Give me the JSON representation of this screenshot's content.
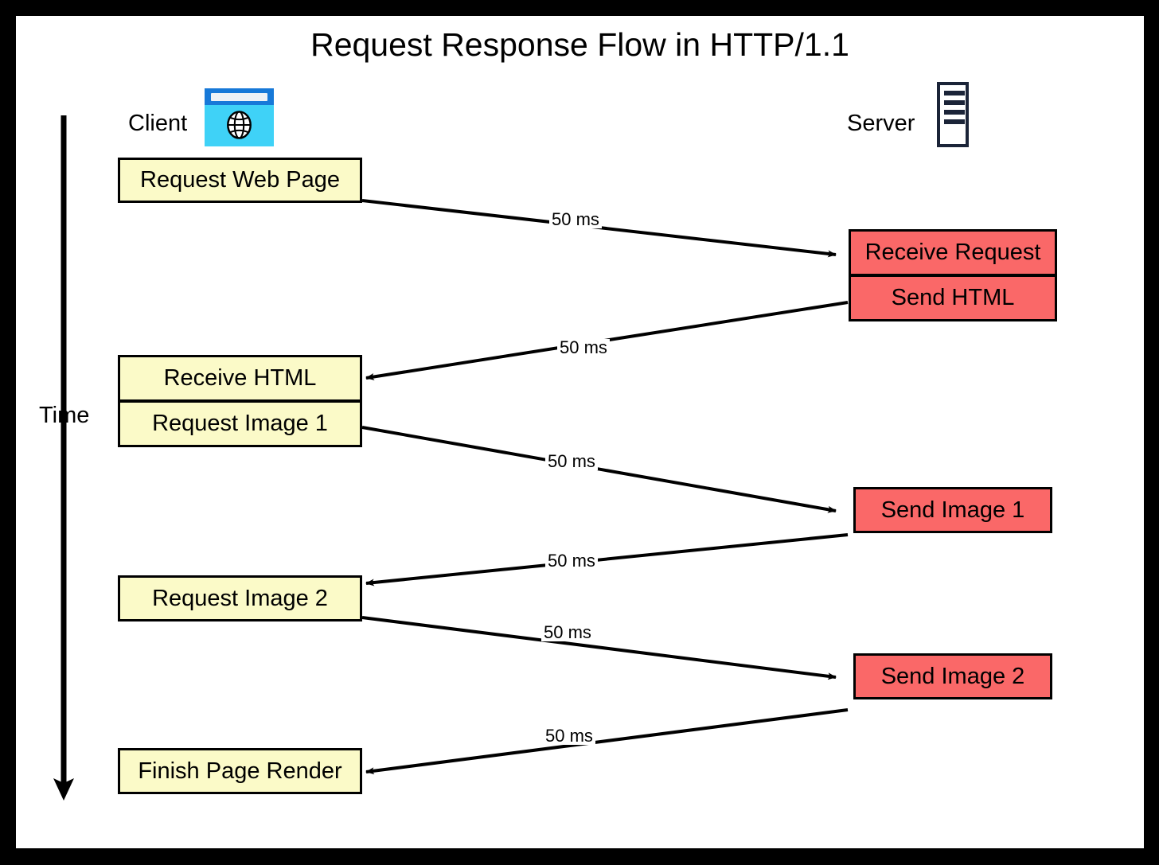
{
  "diagram": {
    "title": "Request Response Flow in HTTP/1.1",
    "background": "#ffffff",
    "frame_color": "#000000",
    "client_fill": "#fbfac8",
    "server_fill": "#fa6868",
    "stroke": "#000000"
  },
  "lanes": {
    "client": {
      "label": "Client",
      "icon": "browser-window-globe-icon"
    },
    "server": {
      "label": "Server",
      "icon": "server-rack-icon"
    }
  },
  "axis": {
    "label": "Time",
    "direction": "downward",
    "icon": "down-arrow-icon"
  },
  "client_steps": [
    {
      "id": "request-web-page",
      "label": "Request Web Page"
    },
    {
      "id": "receive-html",
      "label": "Receive HTML"
    },
    {
      "id": "request-image-1",
      "label": "Request Image 1"
    },
    {
      "id": "request-image-2",
      "label": "Request Image 2"
    },
    {
      "id": "finish-page-render",
      "label": "Finish Page Render"
    }
  ],
  "server_steps": [
    {
      "id": "receive-request",
      "label": "Receive Request"
    },
    {
      "id": "send-html",
      "label": "Send HTML"
    },
    {
      "id": "send-image-1",
      "label": "Send Image 1"
    },
    {
      "id": "send-image-2",
      "label": "Send Image 2"
    }
  ],
  "messages": [
    {
      "id": "msg-1",
      "from": "request-web-page",
      "to": "receive-request",
      "direction": "client-to-server",
      "latency": "50 ms"
    },
    {
      "id": "msg-2",
      "from": "send-html",
      "to": "receive-html",
      "direction": "server-to-client",
      "latency": "50 ms"
    },
    {
      "id": "msg-3",
      "from": "request-image-1",
      "to": "send-image-1",
      "direction": "client-to-server",
      "latency": "50 ms"
    },
    {
      "id": "msg-4",
      "from": "send-image-1",
      "to": "request-image-2",
      "direction": "server-to-client",
      "latency": "50 ms"
    },
    {
      "id": "msg-5",
      "from": "request-image-2",
      "to": "send-image-2",
      "direction": "client-to-server",
      "latency": "50 ms"
    },
    {
      "id": "msg-6",
      "from": "send-image-2",
      "to": "finish-page-render",
      "direction": "server-to-client",
      "latency": "50 ms"
    }
  ]
}
